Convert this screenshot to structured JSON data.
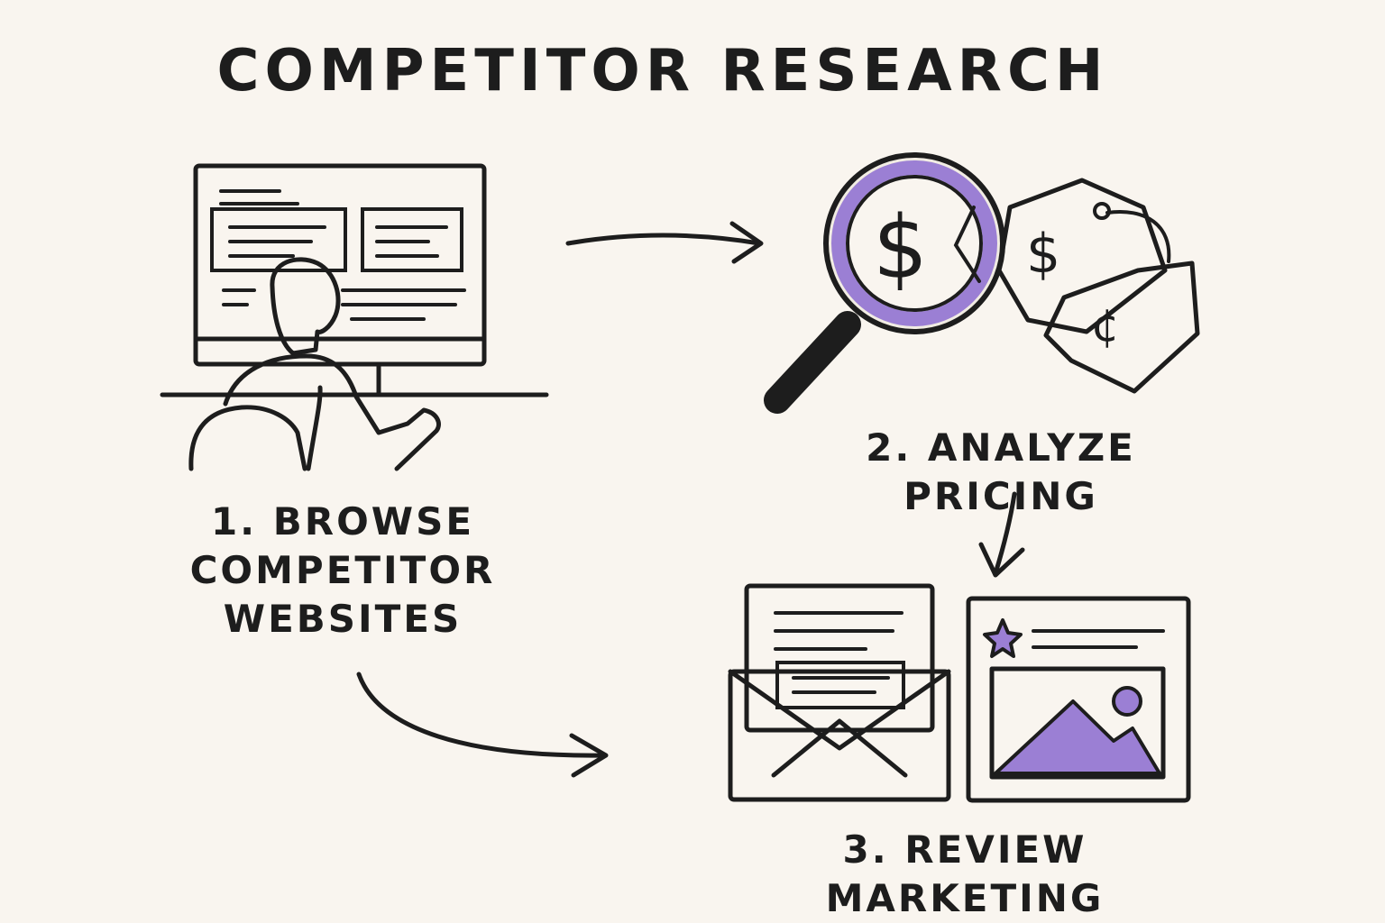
{
  "title": "Competitor Research",
  "steps": [
    {
      "label": "1. Browse Competitor Websites",
      "lines": [
        "1. Browse",
        "Competitor",
        "Websites"
      ],
      "icon": "person-at-computer-icon"
    },
    {
      "label": "2. Analyze Pricing",
      "icon": "magnifier-price-tags-icon"
    },
    {
      "label": "3. Review Marketing",
      "icon": "email-and-ad-icon"
    }
  ],
  "price_symbols": {
    "magnifier": "$",
    "tag_large": "$",
    "tag_small": "¢"
  },
  "colors": {
    "background": "#f9f5ef",
    "ink": "#1d1d1d",
    "accent": "#9b7fd4"
  }
}
